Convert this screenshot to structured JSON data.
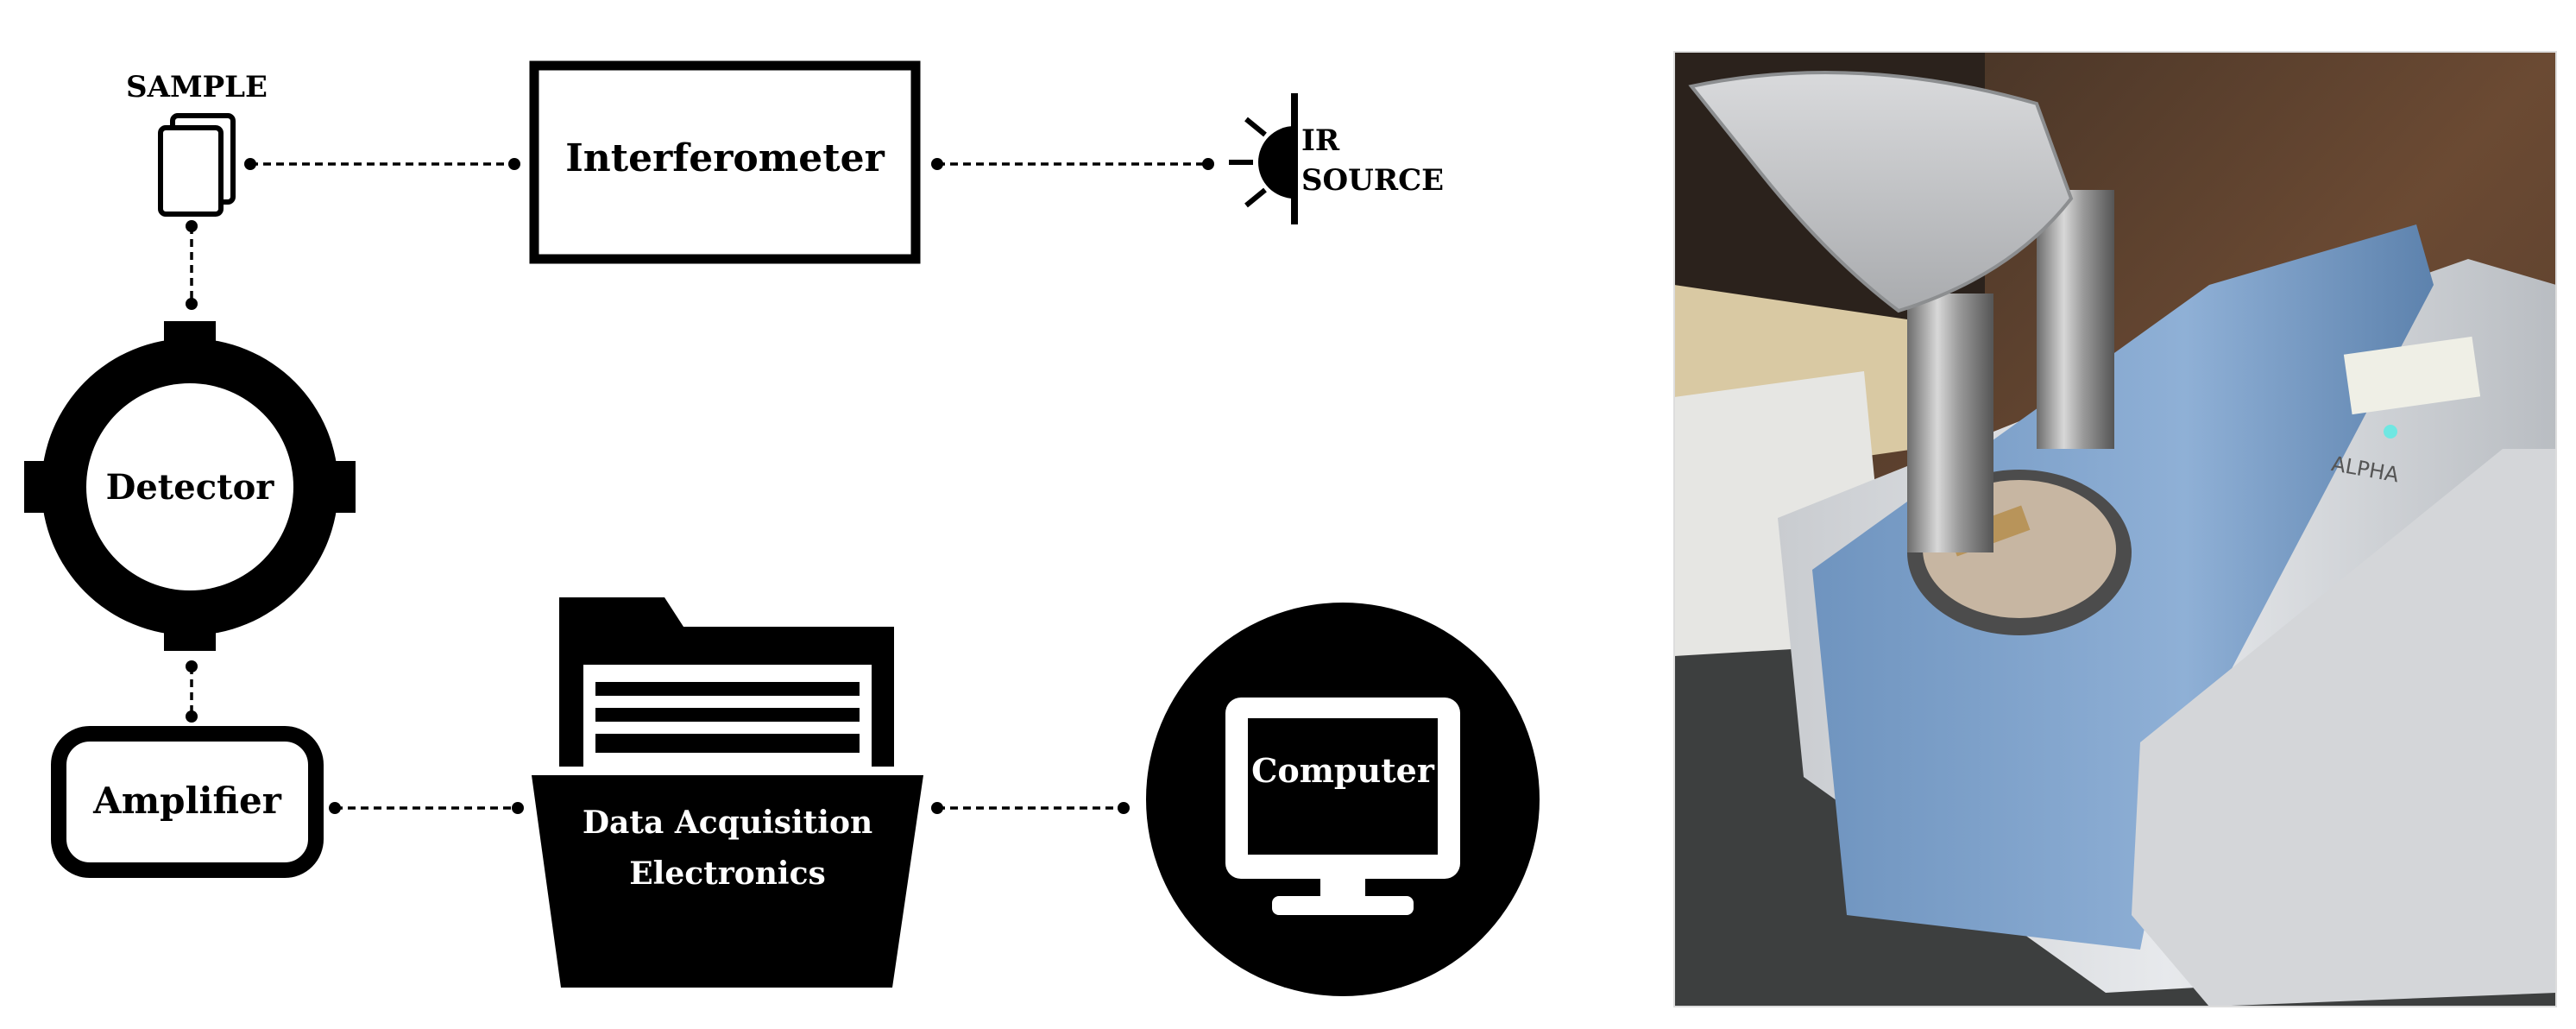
{
  "diagram": {
    "sample_label": "SAMPLE",
    "interferometer_label": "Interferometer",
    "ir_source_line1": "IR",
    "ir_source_line2": "SOURCE",
    "detector_label": "Detector",
    "amplifier_label": "Amplifier",
    "daq_line1": "Data Acquisition",
    "daq_line2": "Electronics",
    "computer_label": "Computer"
  },
  "photo": {
    "device_label": "ALPHA"
  },
  "icons": [
    "document-stack-icon",
    "light-bulb-icon",
    "gear-ring-icon",
    "folder-icon",
    "monitor-icon"
  ]
}
